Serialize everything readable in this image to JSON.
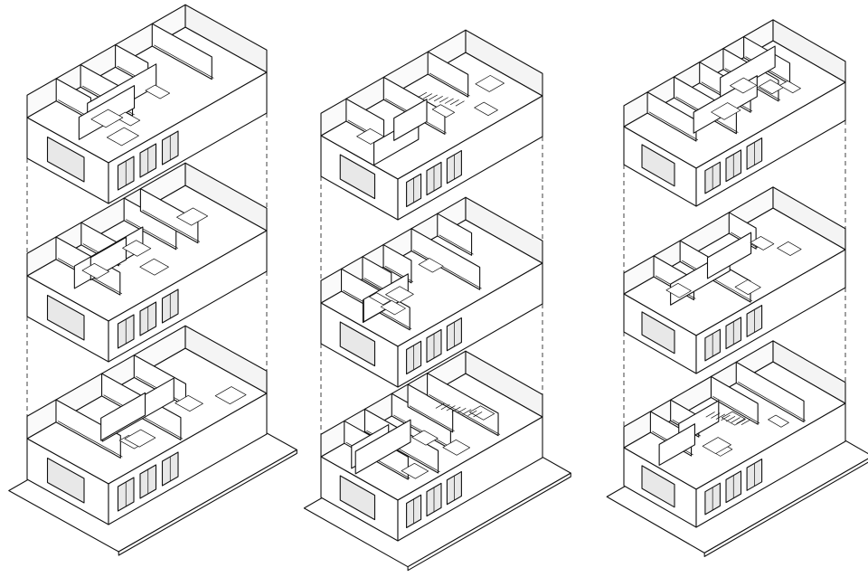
{
  "colors": {
    "line": "#111111",
    "fill": "#ffffff",
    "background": "#ffffff"
  },
  "diagram": {
    "buildings": 3,
    "floors_per_building": 3,
    "style": "exploded-axonometric"
  }
}
